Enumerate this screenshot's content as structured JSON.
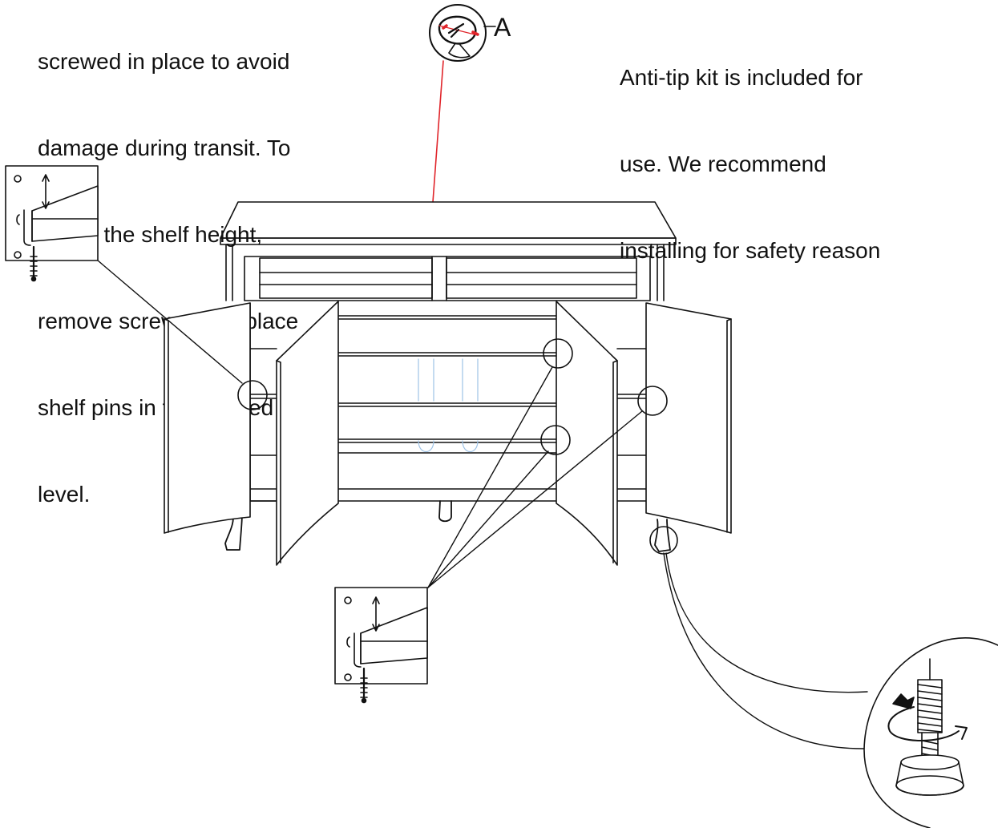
{
  "notes": {
    "left_lines": [
      "screwed in place to avoid",
      "damage during transit. To",
      "adjust the shelf height,",
      "remove screws then place",
      "shelf pins in the desired",
      "level."
    ],
    "right_lines": [
      "Anti-tip kit is included for",
      "use. We recommend",
      "installing for safety reason"
    ]
  },
  "callouts": {
    "anti_tip_label": "A"
  },
  "colors": {
    "line": "#111111",
    "leader": "#e0242a",
    "hidden_shelf": "#9ec3e6"
  }
}
